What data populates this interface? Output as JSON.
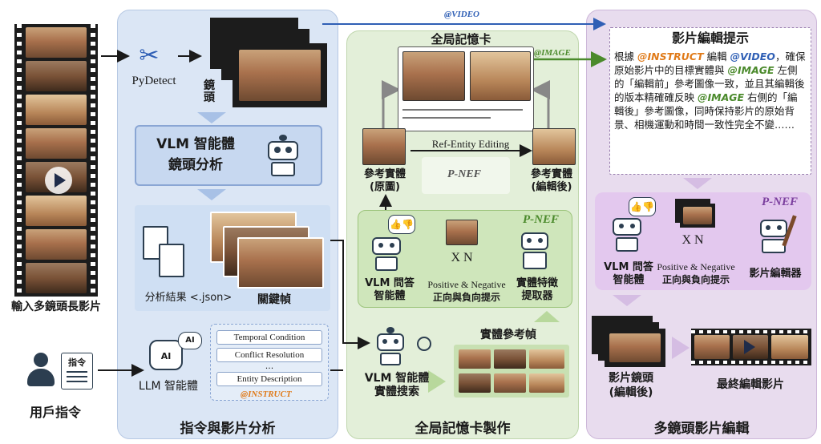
{
  "input": {
    "label": "輸入多鏡頭長影片"
  },
  "user": {
    "label": "用戶指令",
    "doc_label": "指令"
  },
  "panel1": {
    "title": "指令與影片分析",
    "pydetect": "PyDetect",
    "shots": "鏡頭",
    "vlm_line1": "VLM 智能體",
    "vlm_line2": "鏡頭分析",
    "analysis": "分析結果 <.json>",
    "keyframes": "關鍵幀",
    "llm": "LLM 智能體",
    "ai": "AI",
    "instruct_items": [
      "Temporal Condition",
      "Conflict Resolution",
      "...",
      "Entity Description"
    ],
    "instruct_tag": "@INSTRUCT"
  },
  "panel2": {
    "title": "全局記憶卡製作",
    "card_title": "全局記憶卡",
    "video_tag": "@VIDEO",
    "image_tag": "@IMAGE",
    "ref_edit": "Ref-Entity Editing",
    "ref_orig_1": "參考實體",
    "ref_orig_2": "(原圖)",
    "ref_edit_1": "參考實體",
    "ref_edit_2": "(編輯後)",
    "pnef": "P-NEF",
    "xn": "X N",
    "vlm_qa_1": "VLM 問答",
    "vlm_qa_2": "智能體",
    "posneg_1": "Positive & Negative",
    "posneg_2": "正向與負向提示",
    "extractor_1": "實體特徵",
    "extractor_2": "提取器",
    "ref_frames": "實體參考幀",
    "vlm_search_1": "VLM 智能體",
    "vlm_search_2": "實體搜索"
  },
  "panel3": {
    "title": "多鏡頭影片編輯",
    "prompt_title": "影片編輯提示",
    "prompt_parts": [
      {
        "t": "根據 ",
        "c": ""
      },
      {
        "t": "@INSTRUCT",
        "c": "i"
      },
      {
        "t": " 編輯 ",
        "c": ""
      },
      {
        "t": "@VIDEO",
        "c": "v"
      },
      {
        "t": "，確保原始影片中的目標實體與 ",
        "c": ""
      },
      {
        "t": "@IMAGE",
        "c": "g"
      },
      {
        "t": " 左側的「編輯前」參考圖像一致，並且其編輯後的版本精確確反映 ",
        "c": ""
      },
      {
        "t": "@IMAGE",
        "c": "g"
      },
      {
        "t": " 右側的「編輯後」參考圖像，同時保持影片的原始背景、相機運動和時間一致性完全不變……",
        "c": ""
      }
    ],
    "pnef": "P-NEF",
    "xn": "X N",
    "vlm_qa_1": "VLM 問答",
    "vlm_qa_2": "智能體",
    "posneg_1": "Positive & Negative",
    "posneg_2": "正向與負向提示",
    "editor": "影片編輯器",
    "shots_1": "影片鏡頭",
    "shots_2": "(編輯後)",
    "final": "最終編輯影片"
  },
  "colors": {
    "instruct": "#e07b1a",
    "video": "#2f5fb5",
    "image": "#4b8a2c",
    "pnef": "#7b3f9e"
  }
}
